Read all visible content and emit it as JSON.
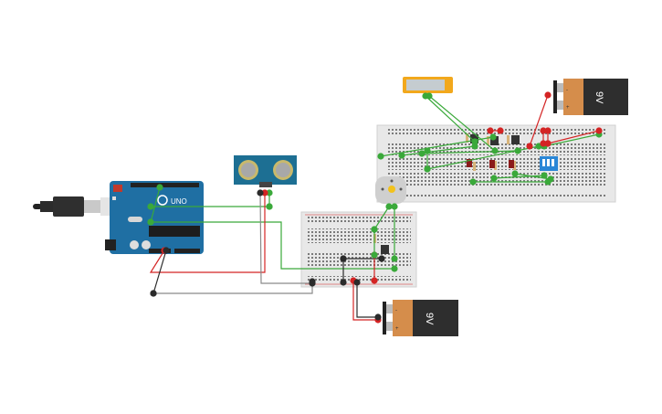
{
  "canvas": {
    "title": "Circuit schematic workspace"
  },
  "components": {
    "arduino": {
      "name": "Arduino UNO",
      "label": "UNO",
      "color": "#1f6fa3"
    },
    "usb_cable": {
      "name": "USB cable"
    },
    "ultrasonic_sensor": {
      "name": "HC-SR04 Ultrasonic Distance Sensor",
      "color": "#1d6f93"
    },
    "lcd": {
      "name": "LCD display",
      "color": "#f2a81c"
    },
    "battery_top": {
      "name": "9V Battery",
      "label": "9V",
      "minus": "-",
      "plus": "+"
    },
    "battery_bottom": {
      "name": "9V Battery",
      "label": "9V",
      "minus": "-",
      "plus": "+"
    },
    "dc_motor": {
      "name": "DC Motor"
    },
    "dip_switch": {
      "name": "DIP Switch",
      "color": "#2a86d6"
    },
    "breadboard_large": {
      "name": "Breadboard (full)"
    },
    "breadboard_small": {
      "name": "Breadboard (small)"
    }
  },
  "colors": {
    "wire_green": "#3aa93a",
    "wire_red": "#d42424",
    "wire_black": "#2b2b2b",
    "wire_gray": "#8a8a8a",
    "breadboard": "#e6e6e6"
  }
}
